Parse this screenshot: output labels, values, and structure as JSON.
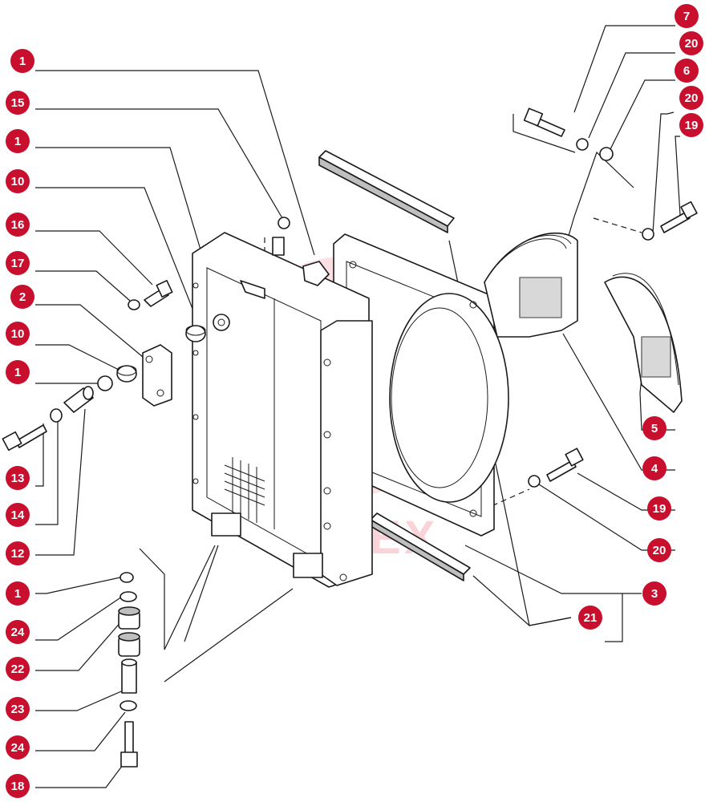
{
  "diagram": {
    "watermark_text": "AHTEX",
    "accent_color": "#c8102e",
    "callouts": [
      {
        "label": "7"
      },
      {
        "label": "20"
      },
      {
        "label": "6"
      },
      {
        "label": "20"
      },
      {
        "label": "19"
      },
      {
        "label": "1"
      },
      {
        "label": "15"
      },
      {
        "label": "1"
      },
      {
        "label": "10"
      },
      {
        "label": "16"
      },
      {
        "label": "17"
      },
      {
        "label": "2"
      },
      {
        "label": "10"
      },
      {
        "label": "1"
      },
      {
        "label": "13"
      },
      {
        "label": "14"
      },
      {
        "label": "12"
      },
      {
        "label": "1"
      },
      {
        "label": "24"
      },
      {
        "label": "22"
      },
      {
        "label": "23"
      },
      {
        "label": "24"
      },
      {
        "label": "18"
      },
      {
        "label": "5"
      },
      {
        "label": "4"
      },
      {
        "label": "19"
      },
      {
        "label": "20"
      },
      {
        "label": "3"
      },
      {
        "label": "21"
      }
    ]
  }
}
